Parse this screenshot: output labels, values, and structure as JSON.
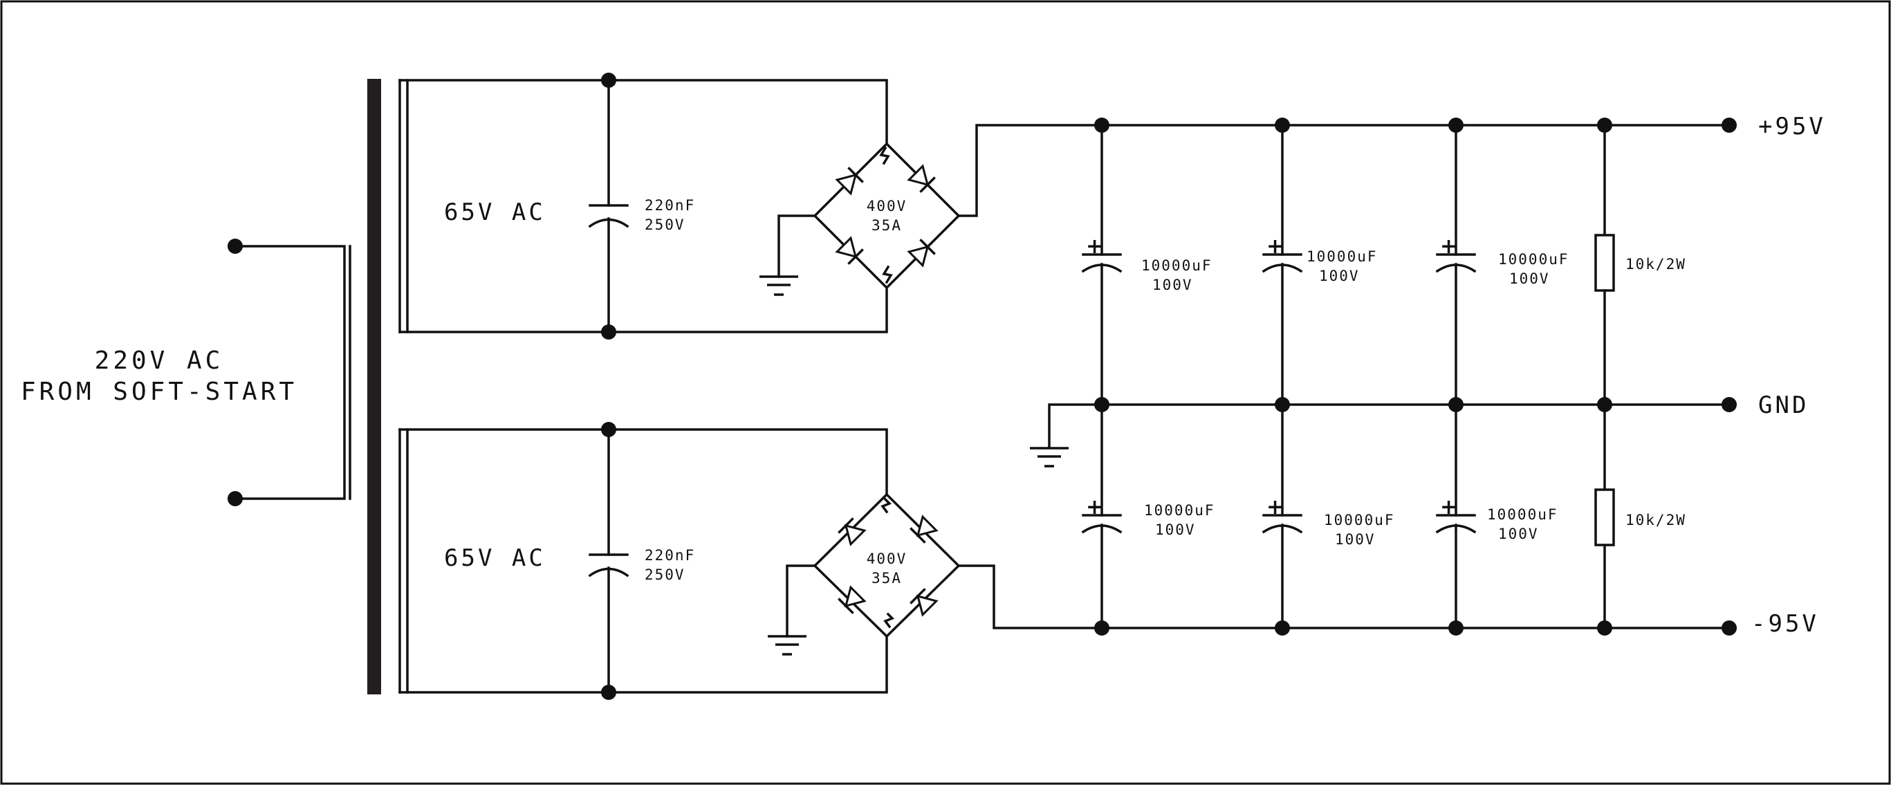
{
  "input": {
    "line1": "220V AC",
    "line2": "FROM SOFT-START"
  },
  "transformer": {
    "upper_secondary": "65V AC",
    "lower_secondary": "65V AC"
  },
  "filter_caps": {
    "upper": {
      "value": "220nF",
      "rating": "250V"
    },
    "lower": {
      "value": "220nF",
      "rating": "250V"
    }
  },
  "bridges": {
    "upper": {
      "voltage": "400V",
      "current": "35A"
    },
    "lower": {
      "voltage": "400V",
      "current": "35A"
    }
  },
  "reservoir_caps": {
    "upper": [
      {
        "value": "10000uF",
        "rating": "100V"
      },
      {
        "value": "10000uF",
        "rating": "100V"
      },
      {
        "value": "10000uF",
        "rating": "100V"
      }
    ],
    "lower": [
      {
        "value": "10000uF",
        "rating": "100V"
      },
      {
        "value": "10000uF",
        "rating": "100V"
      },
      {
        "value": "10000uF",
        "rating": "100V"
      }
    ],
    "polarity_mark": "+"
  },
  "bleeders": {
    "upper": "10k/2W",
    "lower": "10k/2W"
  },
  "outputs": {
    "positive": "+95V",
    "ground": "GND",
    "negative": "-95V"
  }
}
